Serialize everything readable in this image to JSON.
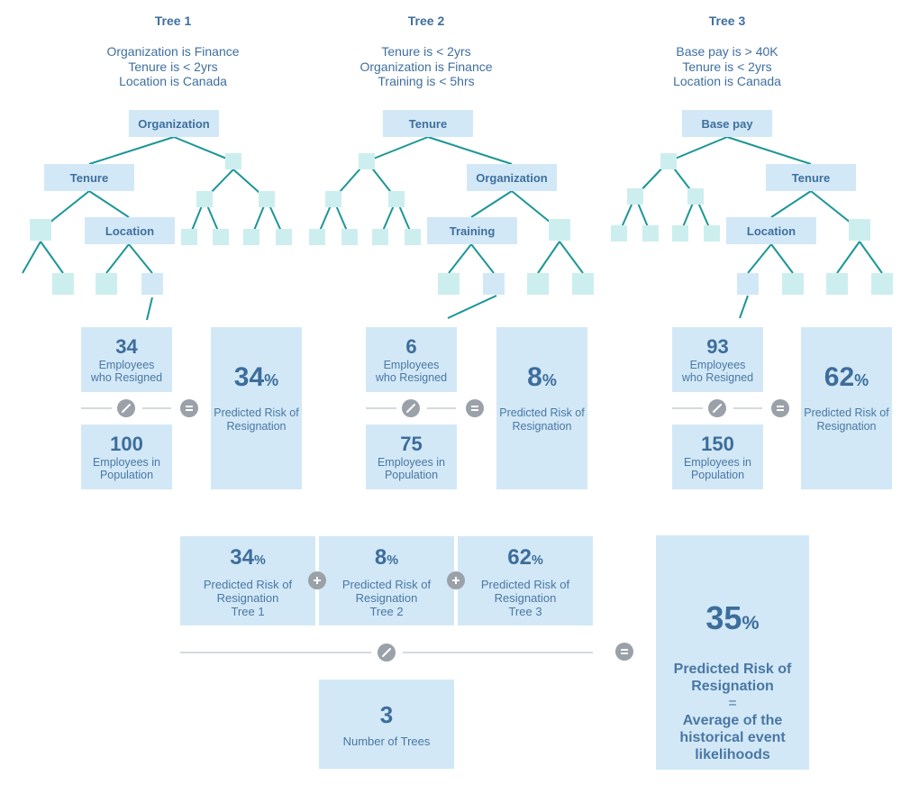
{
  "trees": [
    {
      "title": "Tree 1",
      "conditions": [
        "Organization is Finance",
        "Tenure is < 2yrs",
        "Location is Canada"
      ],
      "nodes": {
        "root": "Organization",
        "level1": "Tenure",
        "level2": "Location"
      },
      "resigned": {
        "value": "34",
        "label": "Employees who Resigned"
      },
      "population": {
        "value": "100",
        "label": "Employees in Population"
      },
      "risk": {
        "value": "34",
        "label": "Predicted Risk of Resignation"
      }
    },
    {
      "title": "Tree 2",
      "conditions": [
        "Tenure is < 2yrs",
        "Organization is Finance",
        "Training is < 5hrs"
      ],
      "nodes": {
        "root": "Tenure",
        "level1": "Organization",
        "level2": "Training"
      },
      "resigned": {
        "value": "6",
        "label": "Employees who Resigned"
      },
      "population": {
        "value": "75",
        "label": "Employees in Population"
      },
      "risk": {
        "value": "8",
        "label": "Predicted Risk of Resignation"
      }
    },
    {
      "title": "Tree 3",
      "conditions": [
        "Base pay is > 40K",
        "Tenure is < 2yrs",
        "Location is Canada"
      ],
      "nodes": {
        "root": "Base pay",
        "level1": "Tenure",
        "level2": "Location"
      },
      "resigned": {
        "value": "93",
        "label": "Employees who Resigned"
      },
      "population": {
        "value": "150",
        "label": "Employees in Population"
      },
      "risk": {
        "value": "62",
        "label": "Predicted Risk of Resignation"
      }
    }
  ],
  "percent_sign": "%",
  "summary": {
    "items": [
      {
        "value": "34",
        "label": "Predicted Risk of Resignation",
        "tree": "Tree 1"
      },
      {
        "value": "8",
        "label": "Predicted Risk of Resignation",
        "tree": "Tree 2"
      },
      {
        "value": "62",
        "label": "Predicted Risk of Resignation",
        "tree": "Tree 3"
      }
    ],
    "trees_count": {
      "value": "3",
      "label": "Number of Trees"
    },
    "result": {
      "value": "35",
      "label": "Predicted Risk of Resignation",
      "equals": "=",
      "explanation": "Average of the historical event likelihoods"
    }
  },
  "colors": {
    "box": "#d2e8f7",
    "leaf": "#cdeeee",
    "branch": "#1b9696",
    "text": "#3f6f9e",
    "operator": "#9aa1a8"
  },
  "icons": {
    "divide": "divide-icon",
    "equals": "equals-icon",
    "plus": "plus-icon"
  }
}
